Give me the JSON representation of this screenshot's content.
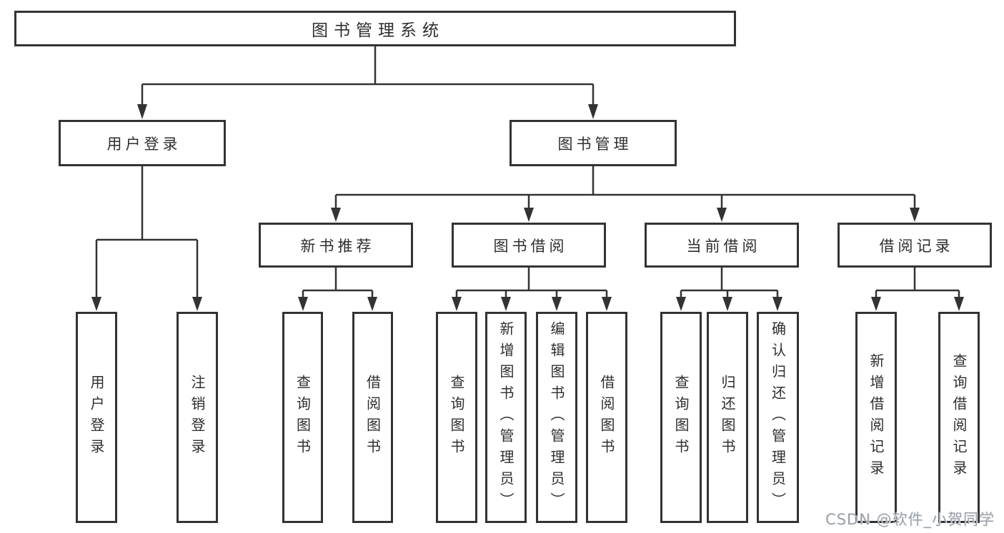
{
  "diagram": {
    "root": "图书管理系统",
    "level2": {
      "user_login": "用户登录",
      "book_mgmt": "图书管理"
    },
    "level3": {
      "new_book": "新书推荐",
      "borrow": "图书借阅",
      "current": "当前借阅",
      "records": "借阅记录"
    },
    "leaves": {
      "user_login": [
        "用户登录",
        "注销登录"
      ],
      "new_book": [
        "查询图书",
        "借阅图书"
      ],
      "borrow": [
        "查询图书",
        "新增图书（管理员）",
        "编辑图书（管理员）",
        "借阅图书"
      ],
      "current": [
        "查询图书",
        "归还图书",
        "确认归还（管理员）"
      ],
      "records": [
        "新增借阅记录",
        "查询借阅记录"
      ]
    }
  },
  "watermark": "CSDN @软件_小贺同学",
  "colors": {
    "line": "#333333",
    "text": "#2e2e2e",
    "background": "#ffffff",
    "watermark": "#9ca3ab"
  }
}
